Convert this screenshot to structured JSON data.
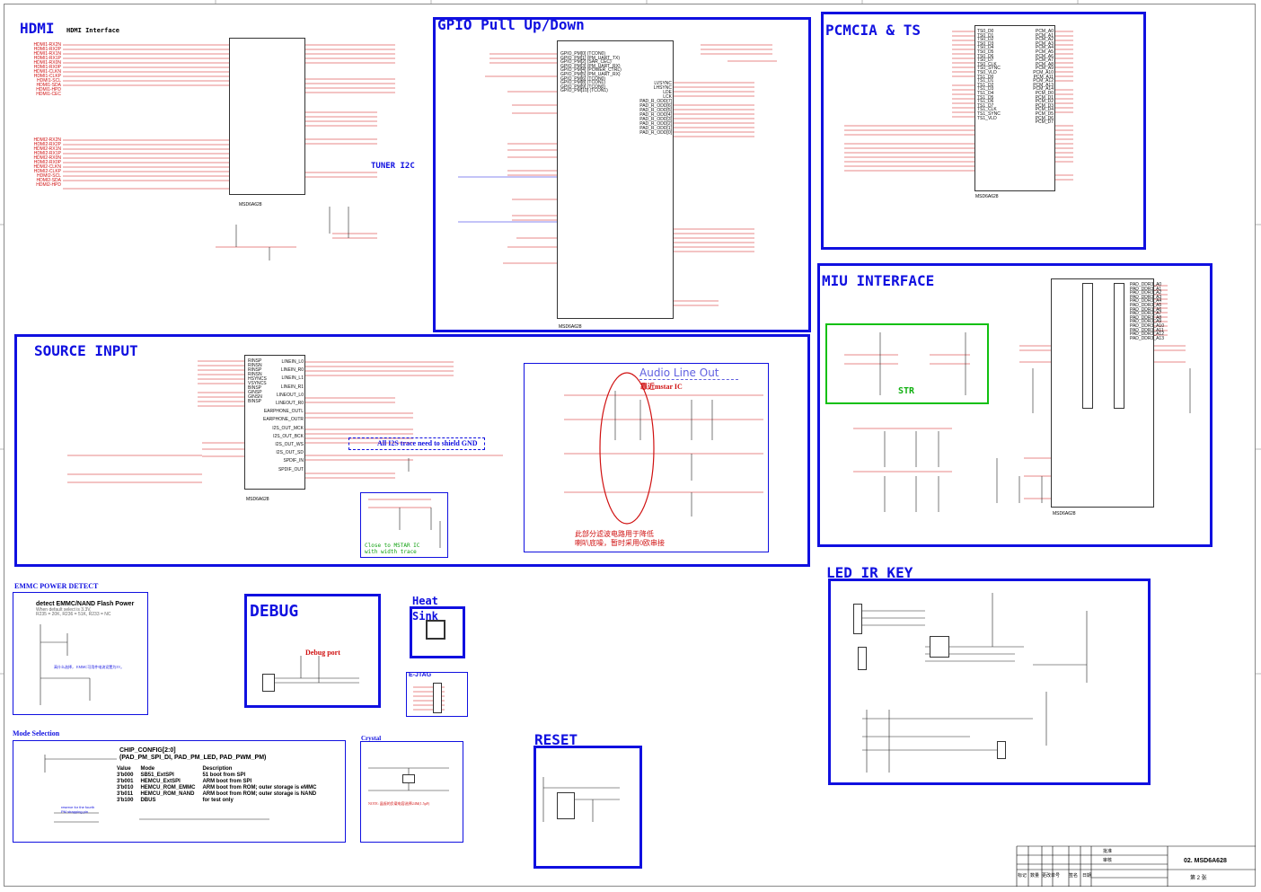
{
  "sections": {
    "hdmi": {
      "title": "HDMI",
      "subtitle": "HDMI Interface",
      "chip_ref": "MSD6A628",
      "tuner_label": "TUNER I2C"
    },
    "gpio": {
      "title": "GPIO Pull Up/Down",
      "chip_ref": "MSD6A628"
    },
    "pcmcia": {
      "title": "PCMCIA & TS",
      "chip_ref": "MSD6A628"
    },
    "miu": {
      "title": "MIU INTERFACE",
      "str_label": "STR",
      "chip_ref": "MSD6A628"
    },
    "source": {
      "title": "SOURCE INPUT",
      "chip_ref": "MSD6A628",
      "i2s_note": "All I2S trace need to shield GND",
      "close_note": "Close to MSTAR IC\nwith width trace"
    },
    "audio": {
      "title": "Audio Line Out",
      "ic_note": "靠近mstar IC",
      "bottom_note_1": "此部分滤波电路用于降低",
      "bottom_note_2": "喇叭底噪，暂时采用0欧串接"
    },
    "emmc": {
      "title": "EMMC POWER DETECT",
      "detect_title": "detect EMMC/NAND Flash Power",
      "detect_sub": "When default select is 3.3V,",
      "detect_sub2": "R235 = 20K, R236 = 51K, R233 = NC",
      "note_cn": "高什么选择， EMMC可用件电流设置为3V。"
    },
    "debug": {
      "title": "DEBUG",
      "port": "Debug port"
    },
    "heat": {
      "title": "Heat Sink"
    },
    "ejtag": {
      "title": "E-JTAG"
    },
    "led": {
      "title": "LED IR KEY"
    },
    "mode": {
      "title": "Mode Selection",
      "chip_config": "CHIP_CONFIG[2:0]",
      "chip_config_sub": "(PAD_PM_SPI_DI, PAD_PM_LED, PAD_PWM_PM)",
      "reserve_note": "reserve for the fourth",
      "reserve_note2": "PM strapping pin"
    },
    "crystal": {
      "title": "Crystal",
      "note": "NOTE: 晶振的负载电容选择24M(1.5pF)"
    },
    "reset": {
      "title": "RESET"
    }
  },
  "mode_table": {
    "headers": [
      "Value",
      "Mode",
      "Description"
    ],
    "rows": [
      [
        "3'b000",
        "SB51_ExtSPI",
        "51 boot from SPI"
      ],
      [
        "3'b001",
        "HEMCU_ExtSPI",
        "ARM boot from SPI"
      ],
      [
        "3'b010",
        "HEMCU_ROM_EMMC",
        "ARM boot from ROM; outer storage is eMMC"
      ],
      [
        "3'b011",
        "HEMCU_ROM_NAND",
        "ARM boot from ROM; outer storage is NAND"
      ],
      [
        "3'b100",
        "DBUS",
        "for test only"
      ]
    ]
  },
  "title_block": {
    "project": "02. MSD6A628",
    "labels": [
      "批准",
      "审核",
      "标记",
      "数量",
      "更改单号",
      "签名",
      "日期"
    ],
    "page": "第 2 张"
  },
  "hdmi_signals": [
    "HDMI1-RX2N",
    "HDMI1-RX2P",
    "HDMI1-RX1N",
    "HDMI1-RX1P",
    "HDMI1-RX0N",
    "HDMI1-RX0P",
    "HDMI1-CLKN",
    "HDMI1-CLKP",
    "HDMI1-SCL",
    "HDMI1-SDA",
    "HDMI1-HPD",
    "HDMI1-CEC"
  ],
  "hdmi_signals_b": [
    "HDMI2-RX2N",
    "HDMI2-RX2P",
    "HDMI2-RX1N",
    "HDMI2-RX1P",
    "HDMI2-RX0N",
    "HDMI2-RX0P",
    "HDMI2-CLKN",
    "HDMI2-CLKP",
    "HDMI2-SCL",
    "HDMI2-SDA",
    "HDMI2-HPD"
  ],
  "gpio_pins_left": [
    "GPIO_PM[0] (TCON0)",
    "GPIO_PM[1] (PM_UART_TX)",
    "GPIO_PM[2] (SAR_CEC)",
    "GPIO_PM[3] (PM_UART_RX)",
    "GPIO_PM[4] (POWER_CTRL)",
    "GPIO_PM[5] (PM_UART_RX)",
    "GPIO_PM[6] (TCON0)",
    "GPIO_PM[8] (TCON1)",
    "GPIO_PM[9] (TCON0)",
    "GPIO_PM[10] (TCON1)"
  ],
  "gpio_pins_right": [
    "LVSYNC",
    "LHSYNC",
    "LDE",
    "LCK",
    "PAD_R_ODD[7]",
    "PAD_R_ODD[6]",
    "PAD_R_ODD[5]",
    "PAD_R_ODD[4]",
    "PAD_R_ODD[3]",
    "PAD_R_ODD[2]",
    "PAD_R_ODD[1]",
    "PAD_R_ODD[0]"
  ],
  "pcmcia_pins": [
    "TS0_D0",
    "TS0_D1",
    "TS0_D2",
    "TS0_D3",
    "TS0_D4",
    "TS0_D5",
    "TS0_D6",
    "TS0_D7",
    "TS0_CLK",
    "TS0_SYNC",
    "TS0_VLD",
    "TS1_D0",
    "TS1_D1",
    "TS1_D2",
    "TS1_D3",
    "TS1_D4",
    "TS1_D5",
    "TS1_D6",
    "TS1_D7",
    "TS1_CLK",
    "TS1_SYNC",
    "TS1_VLD"
  ],
  "pcmcia_right": [
    "PCM_A0",
    "PCM_A1",
    "PCM_A2",
    "PCM_A3",
    "PCM_A4",
    "PCM_A5",
    "PCM_A6",
    "PCM_A7",
    "PCM_A8",
    "PCM_A9",
    "PCM_A10",
    "PCM_A11",
    "PCM_A12",
    "PCM_A13",
    "PCM_A14",
    "PCM_D0",
    "PCM_D1",
    "PCM_D2",
    "PCM_D3",
    "PCM_D4",
    "PCM_D5",
    "PCM_D6",
    "PCM_D7"
  ],
  "miu_pins": [
    "PAD_DDR3_A0",
    "PAD_DDR3_A1",
    "PAD_DDR3_A2",
    "PAD_DDR3_A3",
    "PAD_DDR3_A4",
    "PAD_DDR3_A5",
    "PAD_DDR3_A6",
    "PAD_DDR3_A7",
    "PAD_DDR3_A8",
    "PAD_DDR3_A9",
    "PAD_DDR3_A10",
    "PAD_DDR3_A11",
    "PAD_DDR3_A12",
    "PAD_DDR3_A13"
  ],
  "source_pins": [
    "RINSP",
    "RINSN",
    "RINSP",
    "RINSN",
    "HSYNCS",
    "VSYNCS",
    "BINSP",
    "GINSP",
    "GINSN",
    "BINSP"
  ],
  "source_right": [
    "LINEIN_L0",
    "LINEIN_R0",
    "LINEIN_L1",
    "LINEIN_R1",
    "LINEOUT_L0",
    "LINEOUT_R0",
    "EARPHONE_OUTL",
    "EARPHONE_OUTR",
    "I2S_OUT_MCK",
    "I2S_OUT_BCK",
    "I2S_OUT_WS",
    "I2S_OUT_SD",
    "SPDIF_IN",
    "SPDIF_OUT"
  ]
}
